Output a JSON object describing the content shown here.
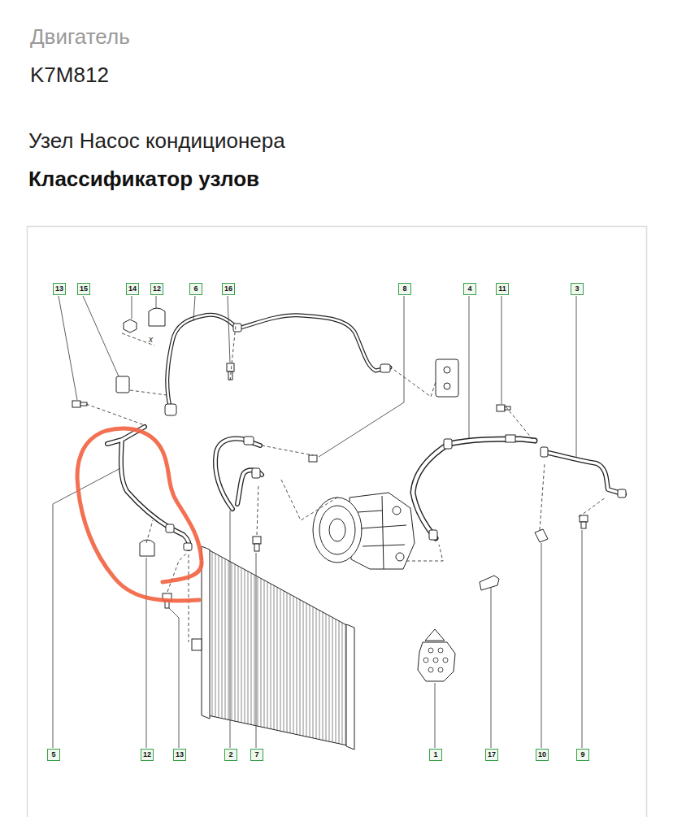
{
  "diagram": {
    "title": "Классификатор узлов",
    "labels": [
      "Двигатель",
      "K7M812",
      "Узел Насос кондиционера",
      "13",
      "15",
      "14",
      "12",
      "6",
      "16",
      "8",
      "4",
      "11",
      "3",
      "5",
      "12",
      "13",
      "2",
      "7",
      "1",
      "17",
      "10",
      "9",
      "x"
    ]
  }
}
